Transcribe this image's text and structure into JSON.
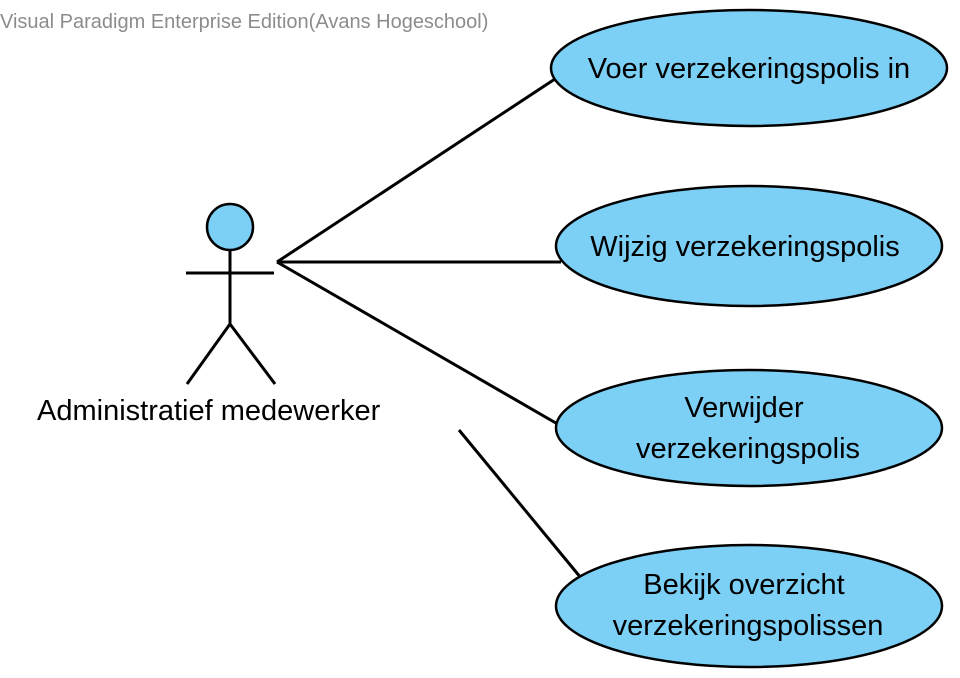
{
  "watermark": "Visual Paradigm Enterprise Edition(Avans Hogeschool)",
  "colors": {
    "fill": "#7ccff5",
    "line": "#000000",
    "watermark": "#8c8c8c"
  },
  "actor": {
    "name": "Administratief medewerker"
  },
  "use_cases": [
    {
      "lines": [
        "Voer verzekeringspolis in"
      ]
    },
    {
      "lines": [
        "Wijzig verzekeringspolis"
      ]
    },
    {
      "lines": [
        "Verwijder",
        "verzekeringspolis"
      ]
    },
    {
      "lines": [
        "Bekijk overzicht",
        "verzekeringspolissen"
      ]
    }
  ]
}
